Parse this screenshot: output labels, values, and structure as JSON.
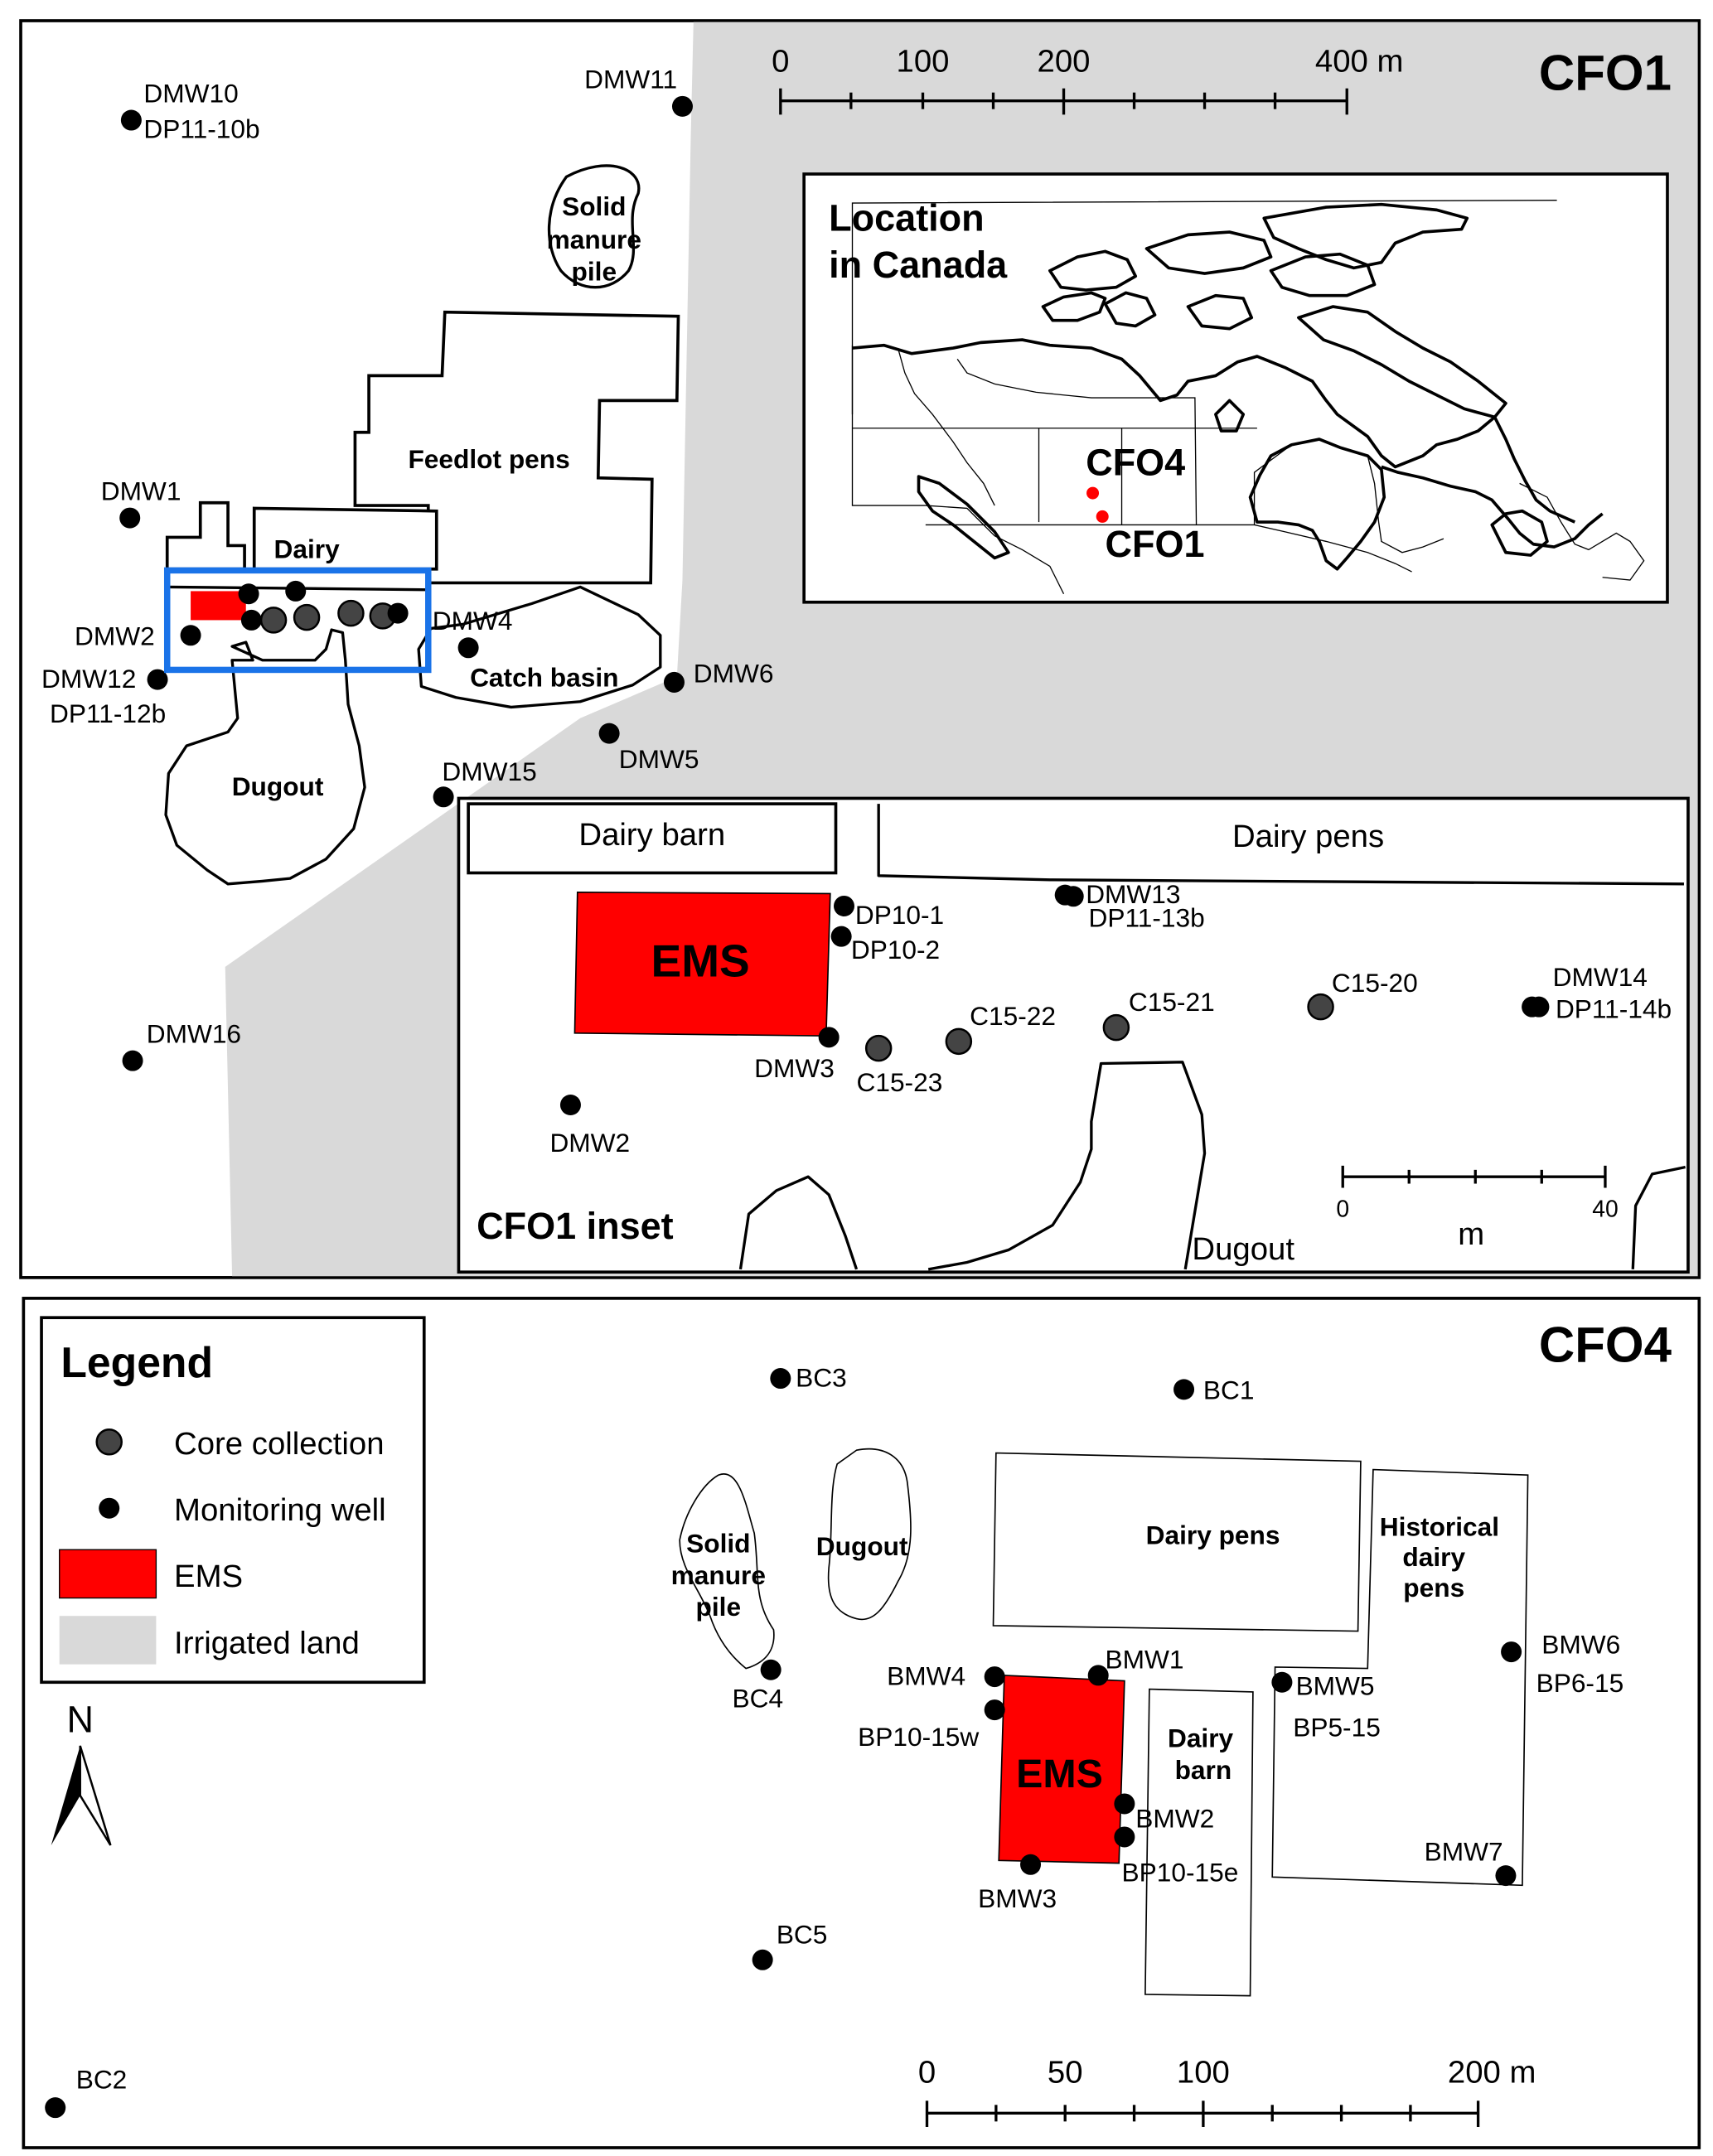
{
  "colors": {
    "ems": "#ff0000",
    "irrigated": "#d9d9d9",
    "core": "#444444",
    "inset_box": "#1a73e8",
    "site_dot": "#ff0000"
  },
  "cfo1": {
    "title": "CFO1",
    "scale_bar": {
      "labels": [
        "0",
        "100",
        "200",
        "400 m"
      ]
    },
    "features": {
      "solid_manure_pile": [
        "Solid",
        "manure",
        "pile"
      ],
      "feedlot_pens": "Feedlot pens",
      "dairy": "Dairy",
      "catch_basin": "Catch basin",
      "dugout": "Dugout"
    },
    "wells": [
      {
        "label": "DMW10",
        "label2": "DP11-10b"
      },
      {
        "label": "DMW11"
      },
      {
        "label": "DMW1"
      },
      {
        "label": "DMW2"
      },
      {
        "label": "DMW12",
        "label2": "DP11-12b"
      },
      {
        "label": "DMW4"
      },
      {
        "label": "DMW6"
      },
      {
        "label": "DMW5"
      },
      {
        "label": "DMW15"
      },
      {
        "label": "DMW16"
      }
    ],
    "location_map": {
      "title_line1": "Location",
      "title_line2": "in Canada",
      "sites": [
        "CFO4",
        "CFO1"
      ]
    },
    "inset": {
      "title": "CFO1 inset",
      "dairy_barn": "Dairy barn",
      "dairy_pens": "Dairy pens",
      "ems": "EMS",
      "dugout": "Dugout",
      "wells": [
        {
          "label": "DP10-1"
        },
        {
          "label": "DP10-2"
        },
        {
          "label": "DMW3"
        },
        {
          "label": "DMW13",
          "label2": "DP11-13b"
        },
        {
          "label": "DMW14",
          "label2": "DP11-14b"
        },
        {
          "label": "DMW2"
        }
      ],
      "cores": [
        "C15-23",
        "C15-22",
        "C15-21",
        "C15-20"
      ],
      "scale_bar": {
        "labels": [
          "0",
          "40"
        ],
        "unit": "m"
      }
    }
  },
  "cfo4": {
    "title": "CFO4",
    "features": {
      "solid_manure_pile": [
        "Solid",
        "manure",
        "pile"
      ],
      "dugout": "Dugout",
      "dairy_pens": "Dairy pens",
      "historical_dairy_pens": [
        "Historical",
        "dairy",
        "pens"
      ],
      "dairy_barn": [
        "Dairy",
        "barn"
      ],
      "ems": "EMS"
    },
    "wells": [
      {
        "label": "BC3"
      },
      {
        "label": "BC1"
      },
      {
        "label": "BC4"
      },
      {
        "label": "BC5"
      },
      {
        "label": "BC2"
      },
      {
        "label": "BMW4"
      },
      {
        "label": "BP10-15w"
      },
      {
        "label": "BMW1"
      },
      {
        "label": "BMW2"
      },
      {
        "label": "BP10-15e"
      },
      {
        "label": "BMW3"
      },
      {
        "label": "BMW5",
        "label2": "BP5-15"
      },
      {
        "label": "BMW6",
        "label2": "BP6-15"
      },
      {
        "label": "BMW7"
      }
    ],
    "scale_bar": {
      "labels": [
        "0",
        "50",
        "100",
        "200 m"
      ]
    }
  },
  "legend": {
    "title": "Legend",
    "items": [
      {
        "label": "Core collection",
        "symbol": "core-circle-icon"
      },
      {
        "label": "Monitoring well",
        "symbol": "well-crosshair-icon"
      },
      {
        "label": "EMS",
        "symbol": "red-rect-icon"
      },
      {
        "label": "Irrigated land",
        "symbol": "gray-rect-icon"
      }
    ]
  },
  "north_arrow": {
    "label": "N"
  }
}
